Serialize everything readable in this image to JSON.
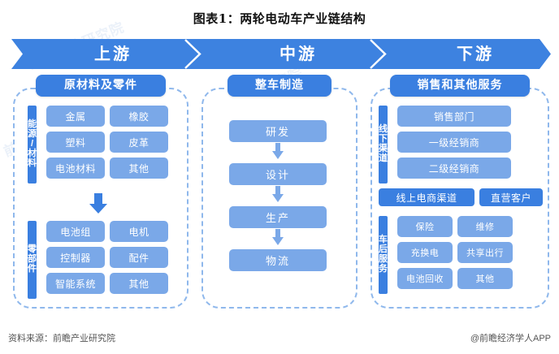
{
  "title": "图表1：两轮电动车产业链结构",
  "banner": {
    "segments": [
      {
        "label": "上游"
      },
      {
        "label": "中游"
      },
      {
        "label": "下游"
      }
    ],
    "color": "#3d82e0"
  },
  "columns": {
    "upstream": {
      "header": "原材料及零件",
      "groups": [
        {
          "label": "能源/材料",
          "label_chars": [
            "能",
            "源",
            "/",
            "材",
            "料"
          ],
          "items": [
            "金属",
            "橡胶",
            "塑料",
            "皮革",
            "电池材料",
            "其他"
          ]
        },
        {
          "label": "零部件",
          "label_chars": [
            "零",
            "部",
            "件"
          ],
          "items": [
            "电池组",
            "电机",
            "控制器",
            "配件",
            "智能系统",
            "其他"
          ]
        }
      ]
    },
    "midstream": {
      "header": "整车制造",
      "steps": [
        "研发",
        "设计",
        "生产",
        "物流"
      ]
    },
    "downstream": {
      "header": "销售和其他服务",
      "groups": [
        {
          "label": "线下渠道",
          "label_chars": [
            "线",
            "下",
            "渠",
            "道"
          ],
          "items": [
            "销售部门",
            "一级经销商",
            "二级经销商"
          ]
        },
        {
          "label": "车后服务",
          "label_chars": [
            "车",
            "后",
            "服",
            "务"
          ],
          "items": [
            "保险",
            "维修",
            "充换电",
            "共享出行",
            "电池回收",
            "其他"
          ]
        }
      ],
      "bars": [
        "线上电商渠道",
        "直营客户"
      ]
    }
  },
  "footer": {
    "source": "资料来源：前瞻产业研究院",
    "brand": "@前瞻经济学人APP"
  },
  "watermark": "前瞻产业研究院",
  "colors": {
    "accent": "#3a7fe0",
    "chip": "#7aa8e8",
    "dash_border": "#8fb8ec"
  }
}
